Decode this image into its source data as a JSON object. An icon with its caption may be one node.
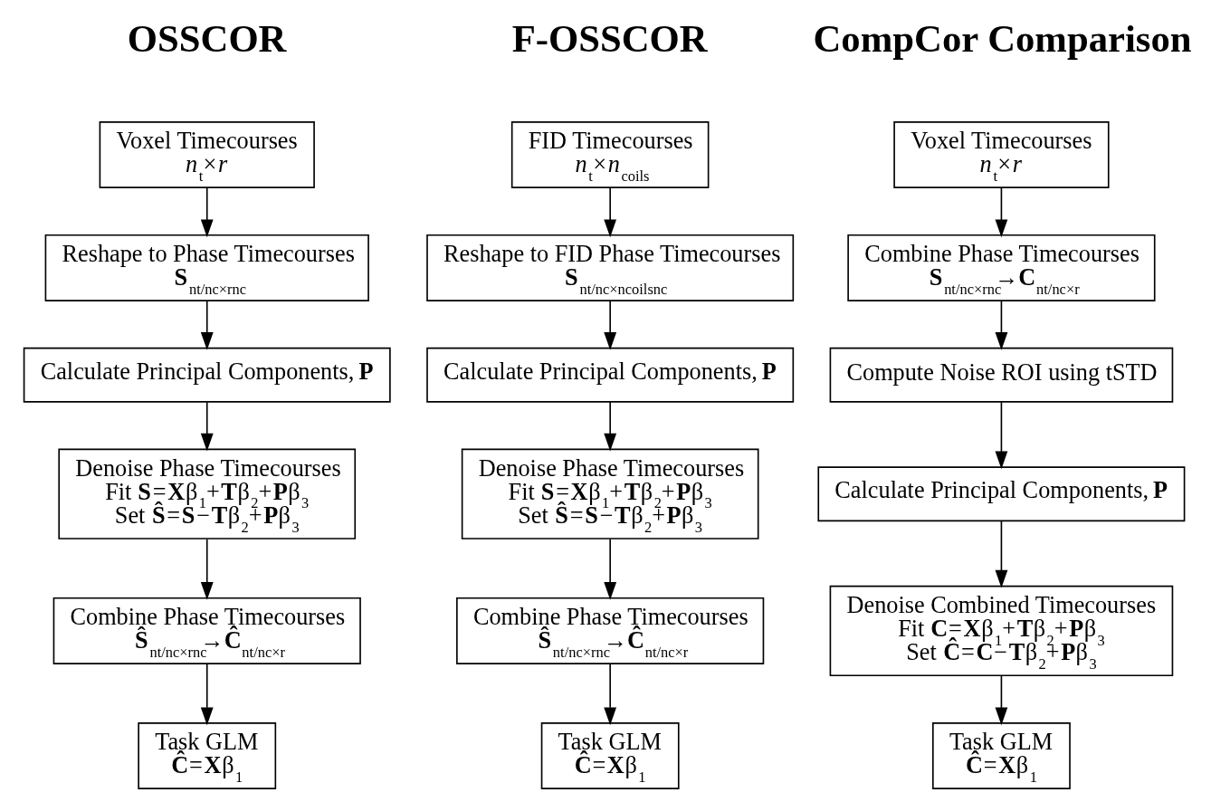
{
  "diagram": {
    "nodes": [
      {
        "text": [
          "Voxel Timecourses",
          "*n*$_{t}$×*r*"
        ]
      },
      {
        "text": [
          "Reshape to Phase Timecourses",
          "**S**$_{nt/nc×rnc}$"
        ]
      },
      {
        "text": [
          "Calculate Principal Components, **P**"
        ]
      },
      {
        "text": [
          "Denoise Phase Timecourses",
          "Fit **S**=**X**β$_{1}$+**T**β$_{2}$+**P**β$_{3}$",
          "Set **Ŝ**=**S**−**T**β$_{2}$+**P**β$_{3}$"
        ]
      },
      {
        "text": [
          "Combine Phase Timecourses",
          "**Ŝ**$_{nt/nc×rnc}$→**Ĉ**$_{nt/nc×r}$"
        ]
      },
      {
        "text": [
          "Task GLM",
          "**Ĉ**=**X**β$_{1}$"
        ]
      },
      {
        "text": [
          "FID Timecourses",
          "*n*$_{t}$×*n*$_{coils}$"
        ]
      },
      {
        "text": [
          "Reshape to FID Phase Timecourses",
          "**S**$_{nt/nc×ncoilsnc}$"
        ]
      },
      {
        "text": [
          "Calculate Principal Components, **P**"
        ]
      },
      {
        "text": [
          "Denoise Phase Timecourses",
          "Fit **S**=**X**β$_{1}$+**T**β$_{2}$+**P**β$_{3}$",
          "Set **Ŝ**=**S**−**T**β$_{2}$+**P**β$_{3}$"
        ]
      },
      {
        "text": [
          "Combine Phase Timecourses",
          "**Ŝ**$_{nt/nc×rnc}$→**Ĉ**$_{nt/nc×r}$"
        ]
      },
      {
        "text": [
          "Task GLM",
          "**Ĉ**=**X**β$_{1}$"
        ]
      },
      {
        "text": [
          "Voxel Timecourses",
          "*n*$_{t}$×*r*"
        ]
      },
      {
        "text": [
          "Combine Phase Timecourses",
          "**S**$_{nt/nc×rnc}$→**C**$_{nt/nc×r}$"
        ]
      },
      {
        "text": [
          "Compute Noise ROI using tSTD"
        ]
      },
      {
        "text": [
          "Calculate Principal Components, **P**"
        ]
      },
      {
        "text": [
          "Denoise Combined Timecourses",
          "Fit **C**=**X**β$_{1}$+**T**β$_{2}$+**P**β$_{3}$",
          "Set **Ĉ**=**C**−**T**β$_{2}$+**P**β$_{3}$"
        ]
      },
      {
        "text": [
          "Task GLM",
          "**Ĉ**=**X**β$_{1}$"
        ]
      }
    ],
    "edges": [
      {
        "from": 0,
        "to": 1,
        "arrow": "to"
      },
      {
        "from": 1,
        "to": 2,
        "arrow": "to"
      },
      {
        "from": 2,
        "to": 3,
        "arrow": "to"
      },
      {
        "from": 3,
        "to": 4,
        "arrow": "to"
      },
      {
        "from": 4,
        "to": 5,
        "arrow": "to"
      },
      {
        "from": 6,
        "to": 7,
        "arrow": "to"
      },
      {
        "from": 7,
        "to": 8,
        "arrow": "to"
      },
      {
        "from": 8,
        "to": 9,
        "arrow": "to"
      },
      {
        "from": 9,
        "to": 10,
        "arrow": "to"
      },
      {
        "from": 10,
        "to": 11,
        "arrow": "to"
      },
      {
        "from": 12,
        "to": 13,
        "arrow": "to"
      },
      {
        "from": 13,
        "to": 14,
        "arrow": "to"
      },
      {
        "from": 14,
        "to": 15,
        "arrow": "to"
      },
      {
        "from": 15,
        "to": 16,
        "arrow": "to"
      },
      {
        "from": 16,
        "to": 17,
        "arrow": "to"
      }
    ],
    "labels": [
      "OSSCOR",
      "F-OSSCOR",
      "CompCor Comparison"
    ]
  }
}
